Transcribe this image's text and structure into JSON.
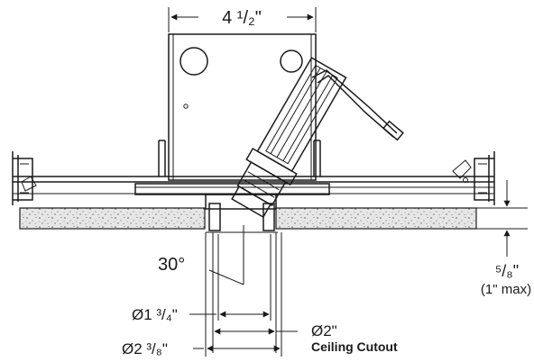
{
  "dimensions": {
    "width_label": "4 ¹/₂\"",
    "angle_label": "30°",
    "thickness_label": "⁵/₈\"",
    "thickness_max_label": "(1\" max)",
    "aperture_label": "Ø1 ³/₄\"",
    "cutout_label": "Ø2\"",
    "cutout_caption": "Ceiling Cutout",
    "outer_label": "Ø2 ³/₈\""
  }
}
